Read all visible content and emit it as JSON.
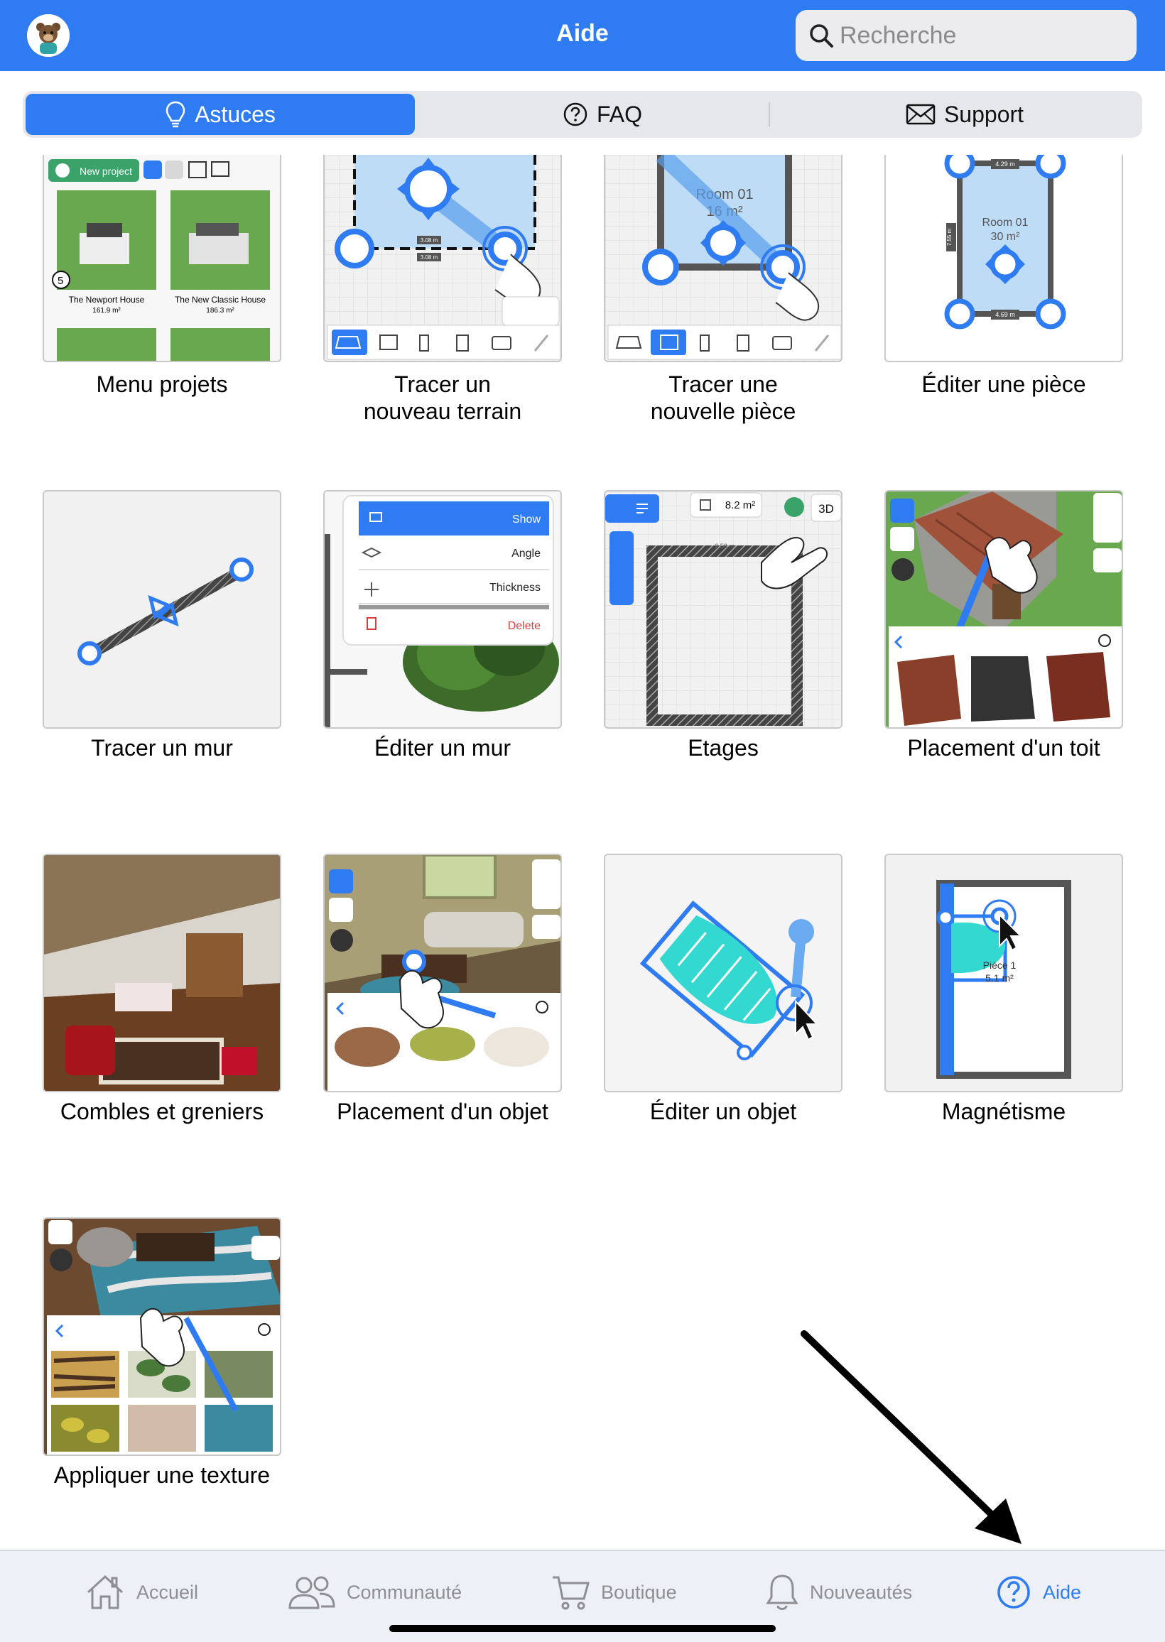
{
  "header": {
    "title": "Aide",
    "search_placeholder": "Recherche"
  },
  "tabs": [
    {
      "label": "Astuces",
      "icon": "lightbulb-icon",
      "active": true
    },
    {
      "label": "FAQ",
      "icon": "question-circle-icon",
      "active": false
    },
    {
      "label": "Support",
      "icon": "envelope-icon",
      "active": false
    }
  ],
  "tips": [
    {
      "title": "Menu projets",
      "thumb": {
        "button": "New project",
        "house1": "The Newport House",
        "area1": "161.9 m²",
        "house2": "The New Classic House",
        "area2": "186.3 m²",
        "badge": "5"
      }
    },
    {
      "title": "Tracer un\nnouveau terrain",
      "thumb": {
        "dim1": "3.08 m",
        "dim2": "3.08 m"
      }
    },
    {
      "title": "Tracer une\nnouvelle pièce",
      "thumb": {
        "room": "Room 01",
        "area": "16 m²"
      }
    },
    {
      "title": "Éditer une pièce",
      "thumb": {
        "room": "Room 01",
        "area": "30 m²",
        "dim_top": "4.29 m",
        "dim_left": "7.55 m",
        "dim_bottom": "4.69 m"
      }
    },
    {
      "title": "Tracer un mur",
      "thumb": {}
    },
    {
      "title": "Éditer un mur",
      "thumb": {
        "menu": [
          "Show",
          "Angle",
          "Thickness",
          "Delete"
        ]
      }
    },
    {
      "title": "Etages",
      "thumb": {
        "area": "8.2 m²",
        "mode": "3D",
        "dim": "2.58 m"
      }
    },
    {
      "title": "Placement d'un toit",
      "thumb": {}
    },
    {
      "title": "Combles et greniers",
      "thumb": {}
    },
    {
      "title": "Placement d'un objet",
      "thumb": {}
    },
    {
      "title": "Éditer un objet",
      "thumb": {}
    },
    {
      "title": "Magnétisme",
      "thumb": {
        "room": "Pièce 1",
        "area": "5.1 m²"
      }
    },
    {
      "title": "Appliquer une texture",
      "thumb": {}
    }
  ],
  "bottom_tabs": [
    {
      "label": "Accueil",
      "icon": "house-icon",
      "active": false
    },
    {
      "label": "Communauté",
      "icon": "people-icon",
      "active": false
    },
    {
      "label": "Boutique",
      "icon": "cart-icon",
      "active": false
    },
    {
      "label": "Nouveautés",
      "icon": "bell-icon",
      "active": false
    },
    {
      "label": "Aide",
      "icon": "question-circle-icon",
      "active": true
    }
  ],
  "colors": {
    "accent": "#2f7cf2",
    "tab_inactive": "#8e8e93",
    "annotation_arrow": "#000000"
  }
}
